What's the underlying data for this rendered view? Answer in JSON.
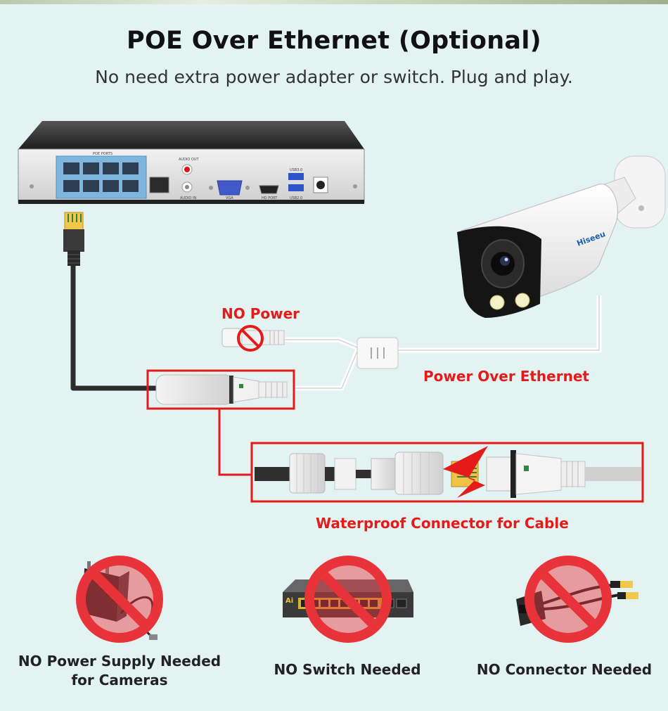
{
  "header": {
    "title": "POE Over Ethernet (Optional)",
    "subtitle": "No need extra power adapter or switch. Plug and play."
  },
  "nvr": {
    "port_labels": {
      "poe_ports": "POE PORTS",
      "audio_out": "AUDIO OUT",
      "audio_in": "AUDIO IN",
      "vga": "VGA",
      "hd_port": "HD PORT",
      "usb_top": "USB3.0",
      "usb_bottom": "USB2.0"
    }
  },
  "camera": {
    "brand": "Hiseeu"
  },
  "labels": {
    "no_power": "NO Power",
    "poe": "Power Over Ethernet",
    "waterproof": "Waterproof Connector for Cable"
  },
  "bottom": {
    "power_supply": {
      "line1": "NO Power Supply Needed",
      "line2": "for Cameras"
    },
    "switch": "NO Switch Needed",
    "switch_brand": "Ai",
    "connector": "NO Connector Needed"
  },
  "colors": {
    "background": "#e3f3f1",
    "accent_red": "#e31b1b",
    "prohibition_red": "#e8333a"
  }
}
